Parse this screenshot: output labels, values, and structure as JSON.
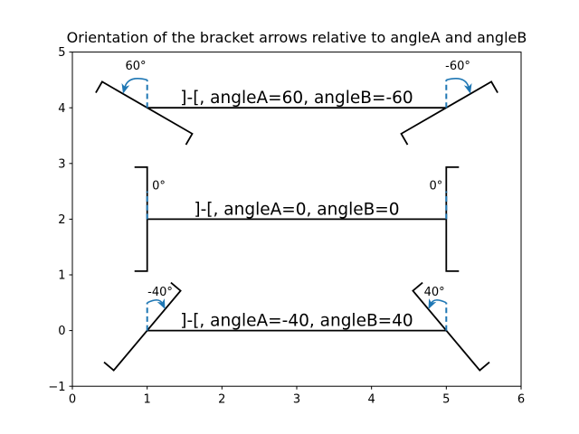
{
  "window": {
    "background": "#ffffff"
  },
  "chart_data": {
    "type": "line",
    "title": "Orientation of the bracket arrows relative to angleA and angleB",
    "xlabel": "",
    "ylabel": "",
    "xlim": [
      0,
      6
    ],
    "ylim": [
      -1,
      5
    ],
    "xticks": {
      "values": [
        0,
        1,
        2,
        3,
        4,
        5,
        6
      ],
      "labels": [
        "0",
        "1",
        "2",
        "3",
        "4",
        "5",
        "6"
      ]
    },
    "yticks": {
      "values": [
        -1,
        0,
        1,
        2,
        3,
        4,
        5
      ],
      "labels": [
        "−1",
        "0",
        "1",
        "2",
        "3",
        "4",
        "5"
      ]
    },
    "grid": false,
    "legend": false,
    "accent_color": "#1f77b4",
    "line_color": "#000000",
    "arrow_style": "]-[",
    "vline_length": 0.5,
    "brackets": [
      {
        "y": 4,
        "x1": 1,
        "x2": 5,
        "angleA": 60,
        "angleB": -60,
        "label": "]-[, angleA=60, angleB=-60",
        "angle_labels": [
          {
            "text": "60°",
            "x": 0.847,
            "y": 4.685
          },
          {
            "text": "-60°",
            "x": 5.153,
            "y": 4.685
          }
        ]
      },
      {
        "y": 2,
        "x1": 1,
        "x2": 5,
        "angleA": 0,
        "angleB": 0,
        "label": "]-[, angleA=0, angleB=0",
        "angle_labels": [
          {
            "text": "0°",
            "x": 1.155,
            "y": 2.532
          },
          {
            "text": "0°",
            "x": 4.862,
            "y": 2.532
          }
        ]
      },
      {
        "y": 0,
        "x1": 1,
        "x2": 5,
        "angleA": -40,
        "angleB": 40,
        "label": "]-[, angleA=-40, angleB=40",
        "angle_labels": [
          {
            "text": "-40°",
            "x": 1.173,
            "y": 0.625
          },
          {
            "text": "40°",
            "x": 4.84,
            "y": 0.625
          }
        ]
      }
    ]
  }
}
